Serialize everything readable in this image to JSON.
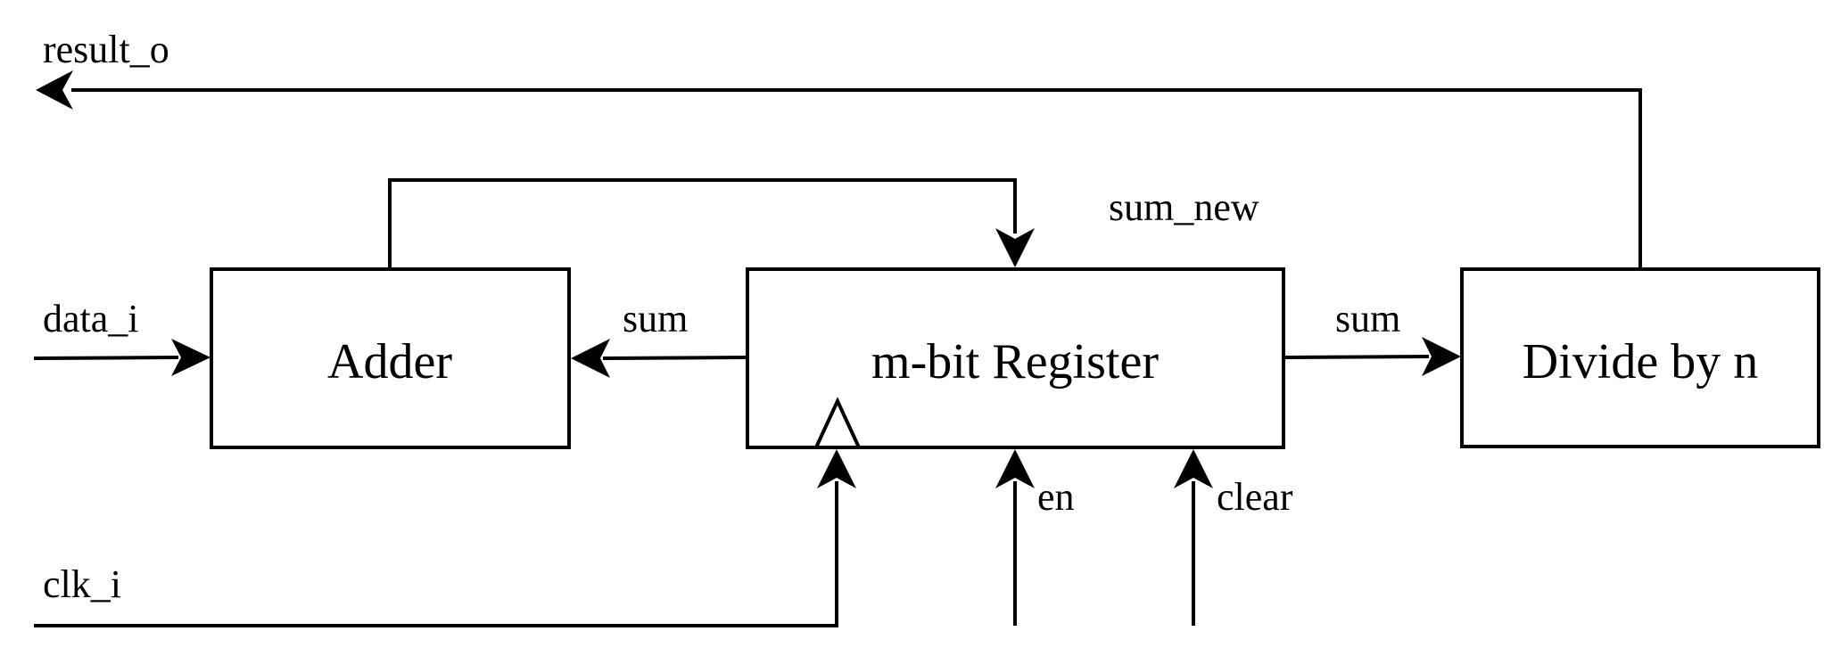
{
  "blocks": {
    "adder": "Adder",
    "register": "m-bit Register",
    "divider": "Divide by n"
  },
  "signals": {
    "result_o": "result_o",
    "data_i": "data_i",
    "clk_i": "clk_i",
    "sum_to_adder": "sum",
    "sum_to_divider": "sum",
    "sum_new": "sum_new",
    "en": "en",
    "clear": "clear"
  }
}
